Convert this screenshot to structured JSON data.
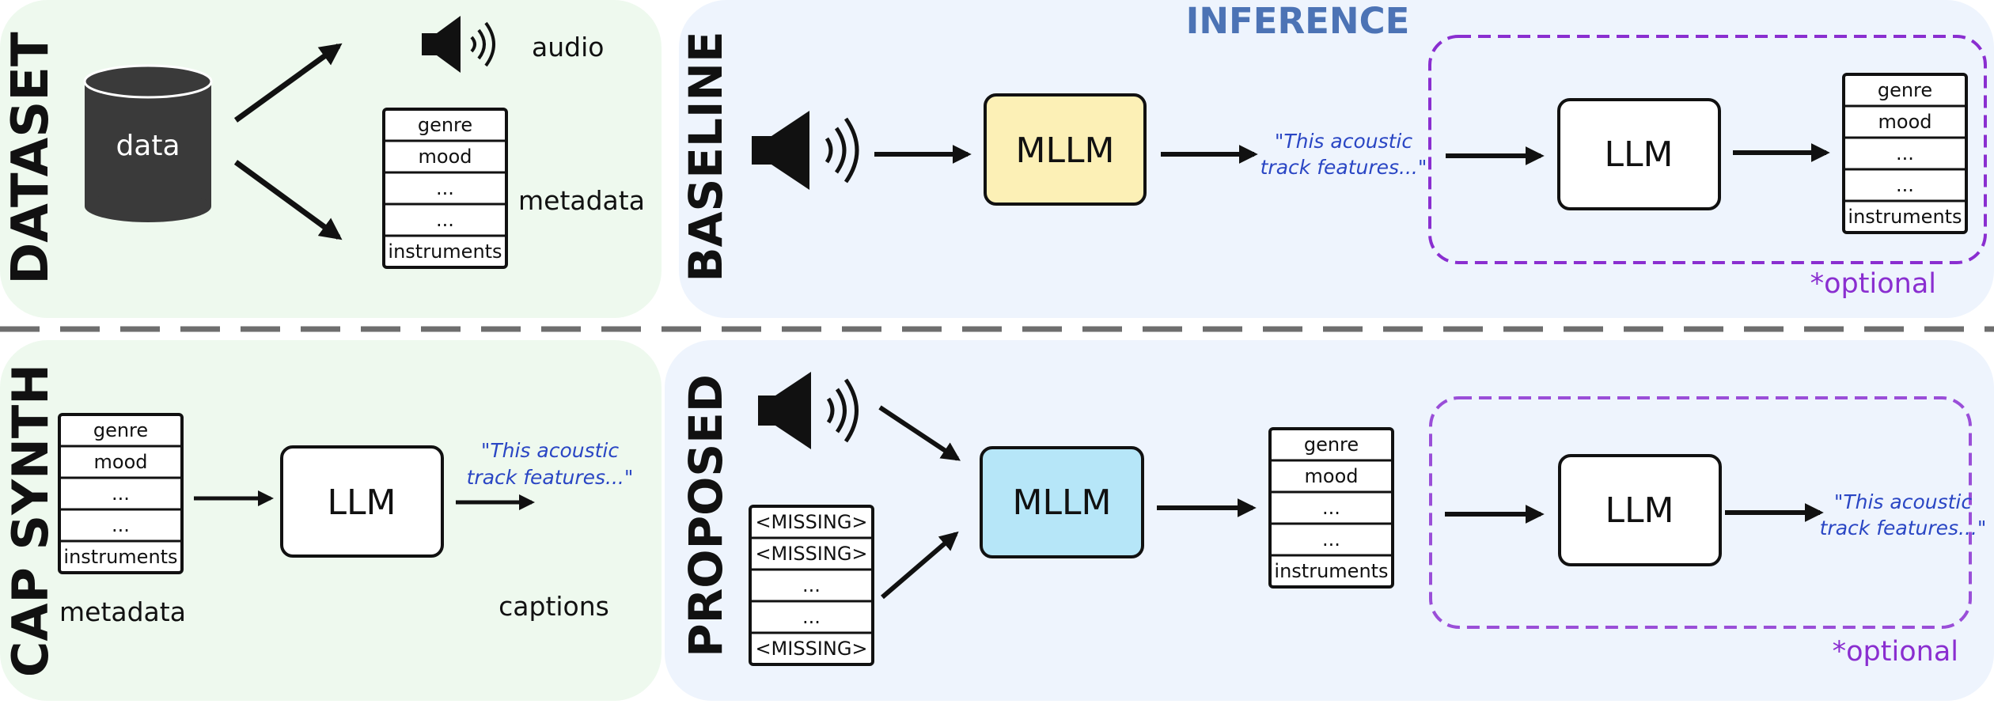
{
  "colors": {
    "dataset_bg": "#eef9ee",
    "inference_bg": "#eef4fd",
    "inference_title": "#4c73b5",
    "mllm_baseline": "#fcf0b6",
    "mllm_proposed": "#b6e6f8",
    "optional_box": "#8a2ed0",
    "caption_text": "#2a46c4",
    "divider": "#6e6e6e"
  },
  "dataset": {
    "side_label": "DATASET",
    "cylinder_label": "data",
    "audio_label": "audio",
    "metadata_label": "metadata",
    "table_rows": [
      "genre",
      "mood",
      "...",
      "...",
      "instruments"
    ],
    "icons": [
      "database-icon",
      "speaker-icon"
    ]
  },
  "inference_title": "INFERENCE",
  "baseline": {
    "side_label": "BASELINE",
    "mllm_label": "MLLM",
    "caption_text_line1": "\"This acoustic",
    "caption_text_line2": "track features...\"",
    "llm_label": "LLM",
    "output_rows": [
      "genre",
      "mood",
      "...",
      "...",
      "instruments"
    ],
    "optional_label": "*optional"
  },
  "cap_synth": {
    "side_label": "CAP SYNTH",
    "table_rows": [
      "genre",
      "mood",
      "...",
      "...",
      "instruments"
    ],
    "metadata_label": "metadata",
    "llm_label": "LLM",
    "caption_text_line1": "\"This acoustic",
    "caption_text_line2": "track features...\"",
    "captions_label": "captions"
  },
  "proposed": {
    "side_label": "PROPOSED",
    "input_rows": [
      "<MISSING>",
      "<MISSING>",
      "...",
      "...",
      "<MISSING>"
    ],
    "mllm_label": "MLLM",
    "output_rows": [
      "genre",
      "mood",
      "...",
      "...",
      "instruments"
    ],
    "llm_label": "LLM",
    "caption_text_line1": "\"This acoustic",
    "caption_text_line2": "track features...\"",
    "optional_label": "*optional"
  }
}
